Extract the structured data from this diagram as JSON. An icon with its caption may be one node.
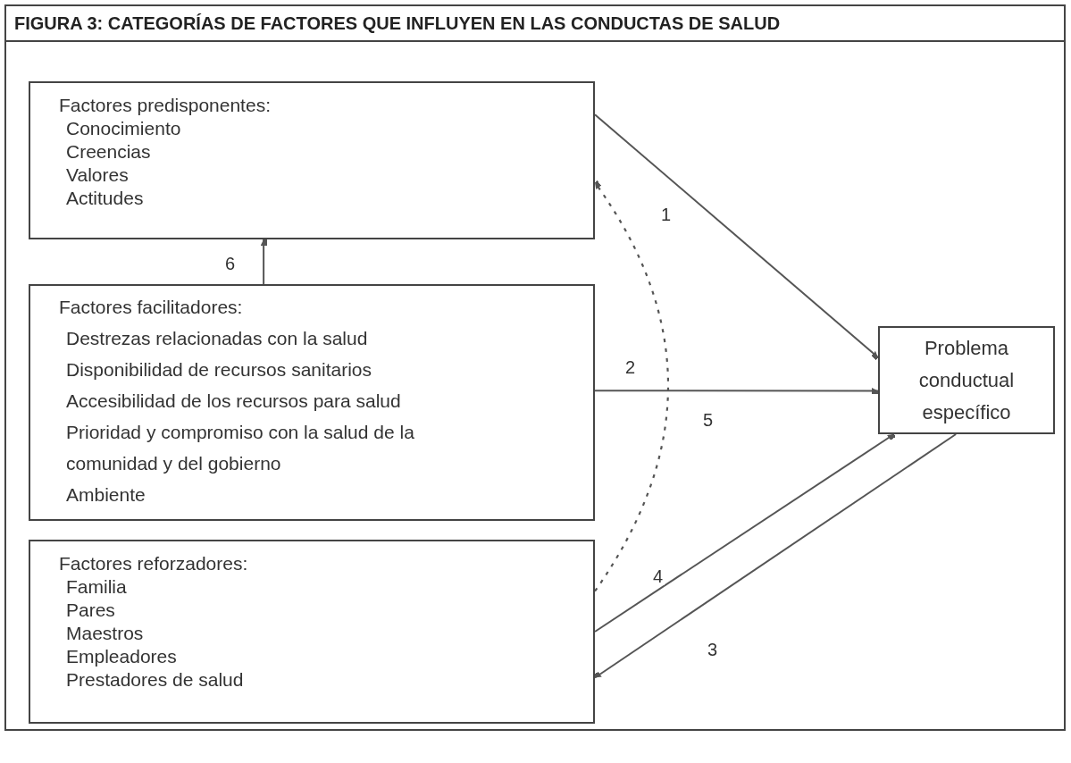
{
  "diagram": {
    "title": "FIGURA 3: CATEGORÍAS DE FACTORES QUE INFLUYEN EN LAS CONDUCTAS DE SALUD",
    "nodes": [
      {
        "text": [
          "Factores predisponentes:",
          "Conocimiento",
          "Creencias",
          "Valores",
          "Actitudes"
        ]
      },
      {
        "text": [
          "Factores facilitadores:",
          "Destrezas relacionadas con la salud",
          "Disponibilidad de recursos sanitarios",
          "Accesibilidad de los recursos para salud",
          "Prioridad y compromiso con la salud de la comunidad y del gobierno",
          "Ambiente"
        ]
      },
      {
        "text": [
          "Factores reforzadores:",
          "Familia",
          "Pares",
          "Maestros",
          "Empleadores",
          "Prestadores de salud"
        ]
      },
      {
        "text": [
          "Problema conductual específico"
        ]
      }
    ],
    "edges": [
      {
        "from": 0,
        "to": 3,
        "arrow": "to",
        "label": "1"
      },
      {
        "from": 1,
        "to": 3,
        "arrow": "to",
        "label": "2"
      },
      {
        "from": 3,
        "to": 2,
        "arrow": "to",
        "label": "3"
      },
      {
        "from": 2,
        "to": 3,
        "arrow": "to",
        "label": "4"
      },
      {
        "from": 2,
        "to": 0,
        "arrow": "to",
        "label": "5",
        "style": "dashed"
      },
      {
        "from": 1,
        "to": 0,
        "arrow": "to",
        "label": "6"
      }
    ]
  }
}
